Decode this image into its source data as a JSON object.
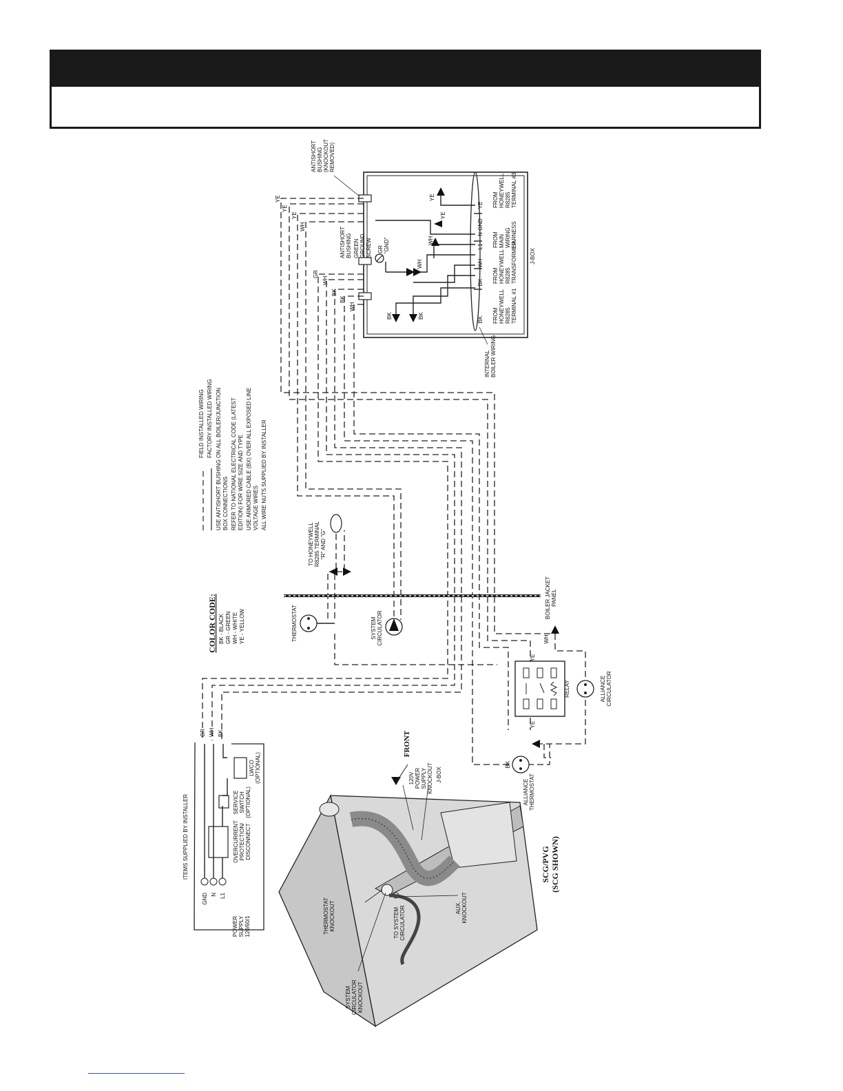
{
  "header": {
    "title": "",
    "subtitle": ""
  },
  "legend": {
    "field_wiring": "FIELD INSTALLED WIRING",
    "factory_wiring": "FACTORY INSTALLED WIRING",
    "notes": [
      "USE ANTISHORT BUSHING ON ALL BOILER/JUNCTION",
      "BOX CONNECTIONS",
      "REFER TO NATIONAL ELECTRICAL CODE (LATEST",
      "EDITION) FOR WIRE SIZE AND TYPE",
      "USE ARMORED CABLE (BX) OVER ALL EXPOSED LINE",
      "VOLTAGE WIRES",
      "ALL WIRE NUTS SUPPLIED BY INSTALLER"
    ]
  },
  "color_code": {
    "title": "COLOR CODE:",
    "items": [
      "BK - BLACK",
      "GR - GREEN",
      "WH - WHITE",
      "YE - YELLOW"
    ]
  },
  "jbox": {
    "label": "J-BOX",
    "antishort_top": [
      "ANTISHORT",
      "BUSHING",
      "(KNOCKOUT",
      "REMOVED)"
    ],
    "antishort_mid": [
      "ANTISHORT",
      "BUSHING"
    ],
    "green_screw": [
      "GREEN",
      "GROUND",
      "SCREW"
    ],
    "gr_gnd": [
      "GR",
      "\"GND\""
    ],
    "internal_wiring": [
      "INTERNAL",
      "BOILER WIRING"
    ],
    "terminals": [
      "BK",
      "BK",
      "WH",
      "L1",
      "N",
      "GND",
      "YE"
    ],
    "sources": [
      [
        "FROM",
        "HONEYWELL",
        "R8285",
        "TERMINAL #1"
      ],
      [
        "FROM",
        "HONEYWELL",
        "R8285",
        "TRANSFORMER"
      ],
      [
        "FROM",
        "MAIN",
        "WIRING",
        "HARNESS"
      ],
      [
        "FROM",
        "HONEYWELL",
        "R8285",
        "TERMINAL #3"
      ]
    ]
  },
  "wire_tags": {
    "ye": "YE",
    "wh": "WH",
    "bk": "BK",
    "gr": "GR"
  },
  "thermostat": "THERMOSTAT",
  "system_circulator": [
    "SYSTEM",
    "CIRCULATOR"
  ],
  "honeywell_note": [
    "TO HONEYWELL",
    "R8285 TERMINAL",
    "\"R\" AND \"G\""
  ],
  "jacket_panel": [
    "BOILER JACKET",
    "PANEL"
  ],
  "relay": "RELAY",
  "alliance_circulator": [
    "ALLIANCE",
    "CIRCULATOR"
  ],
  "alliance_thermostat": [
    "ALLIANCE",
    "THERMOSTAT"
  ],
  "installer_box": {
    "title": "ITEMS SUPPLIED BY INSTALLER",
    "power_supply": [
      "POWER",
      "SUPPLY",
      "120/60/1"
    ],
    "terminals": [
      "GND",
      "N",
      "L1"
    ],
    "overcurrent": [
      "OVERCURRENT",
      "PROTECTION/",
      "DISCONNECT"
    ],
    "service_switch": [
      "SERVICE",
      "SWITCH",
      "(OPTIONAL)"
    ],
    "lwco": [
      "LWCO",
      "(OPTIONAL)"
    ],
    "wires": [
      "GR",
      "WH",
      "BK"
    ]
  },
  "boiler": {
    "front": "FRONT",
    "power_knockout": [
      "120V",
      "POWER",
      "SUPPLY",
      "KNOCKOUT"
    ],
    "jbox": "J-BOX",
    "thermostat_knockout": [
      "THERMOSTAT",
      "KNOCKOUT"
    ],
    "to_system_circulator": [
      "TO SYSTEM",
      "CIRCULATOR"
    ],
    "aux_knockout": [
      "AUX.",
      "KNOCKOUT"
    ],
    "system_circulator_knockout": [
      "SYSTEM",
      "CIRCULATOR",
      "KNOCKOUT"
    ],
    "model": [
      "SCG/PVG",
      "(SCG SHOWN)"
    ]
  }
}
